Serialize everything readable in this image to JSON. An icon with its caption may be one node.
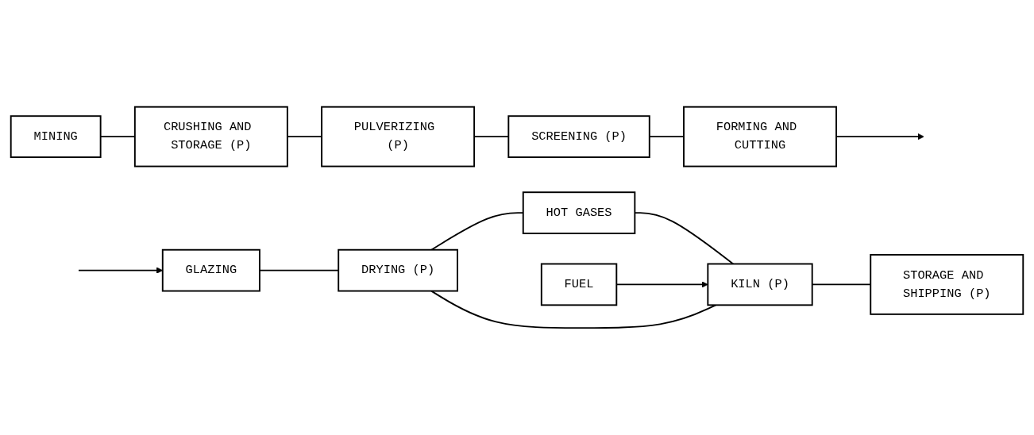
{
  "diagram": {
    "nodes": [
      {
        "text": [
          "MINING"
        ]
      },
      {
        "text": [
          "CRUSHING AND STORAGE (P)"
        ]
      },
      {
        "text": [
          "PULVERIZING (P)"
        ]
      },
      {
        "text": [
          "SCREENING (P)"
        ]
      },
      {
        "text": [
          "FORMING AND CUTTING"
        ]
      },
      {
        "text": [
          "GLAZING"
        ]
      },
      {
        "text": [
          "DRYING (P)"
        ]
      },
      {
        "text": [
          "HOT GASES"
        ]
      },
      {
        "text": [
          "FUEL"
        ]
      },
      {
        "text": [
          "KILN (P)"
        ]
      },
      {
        "text": [
          "STORAGE AND SHIPPING (P)"
        ]
      }
    ],
    "edges": [
      {
        "from": 0,
        "to": 1,
        "arrow": "none"
      },
      {
        "from": 1,
        "to": 2,
        "arrow": "none"
      },
      {
        "from": 2,
        "to": 3,
        "arrow": "none"
      },
      {
        "from": 3,
        "to": 4,
        "arrow": "none"
      },
      {
        "from": 4,
        "to": null,
        "arrow": "to"
      },
      {
        "from": null,
        "to": 5,
        "arrow": "to"
      },
      {
        "from": 5,
        "to": 6,
        "arrow": "none"
      },
      {
        "from": 6,
        "to": 7,
        "arrow": "none"
      },
      {
        "from": 7,
        "to": 9,
        "arrow": "none"
      },
      {
        "from": 8,
        "to": 9,
        "arrow": "to"
      },
      {
        "from": 6,
        "to": 9,
        "arrow": "none"
      },
      {
        "from": 9,
        "to": 10,
        "arrow": "none"
      }
    ]
  }
}
